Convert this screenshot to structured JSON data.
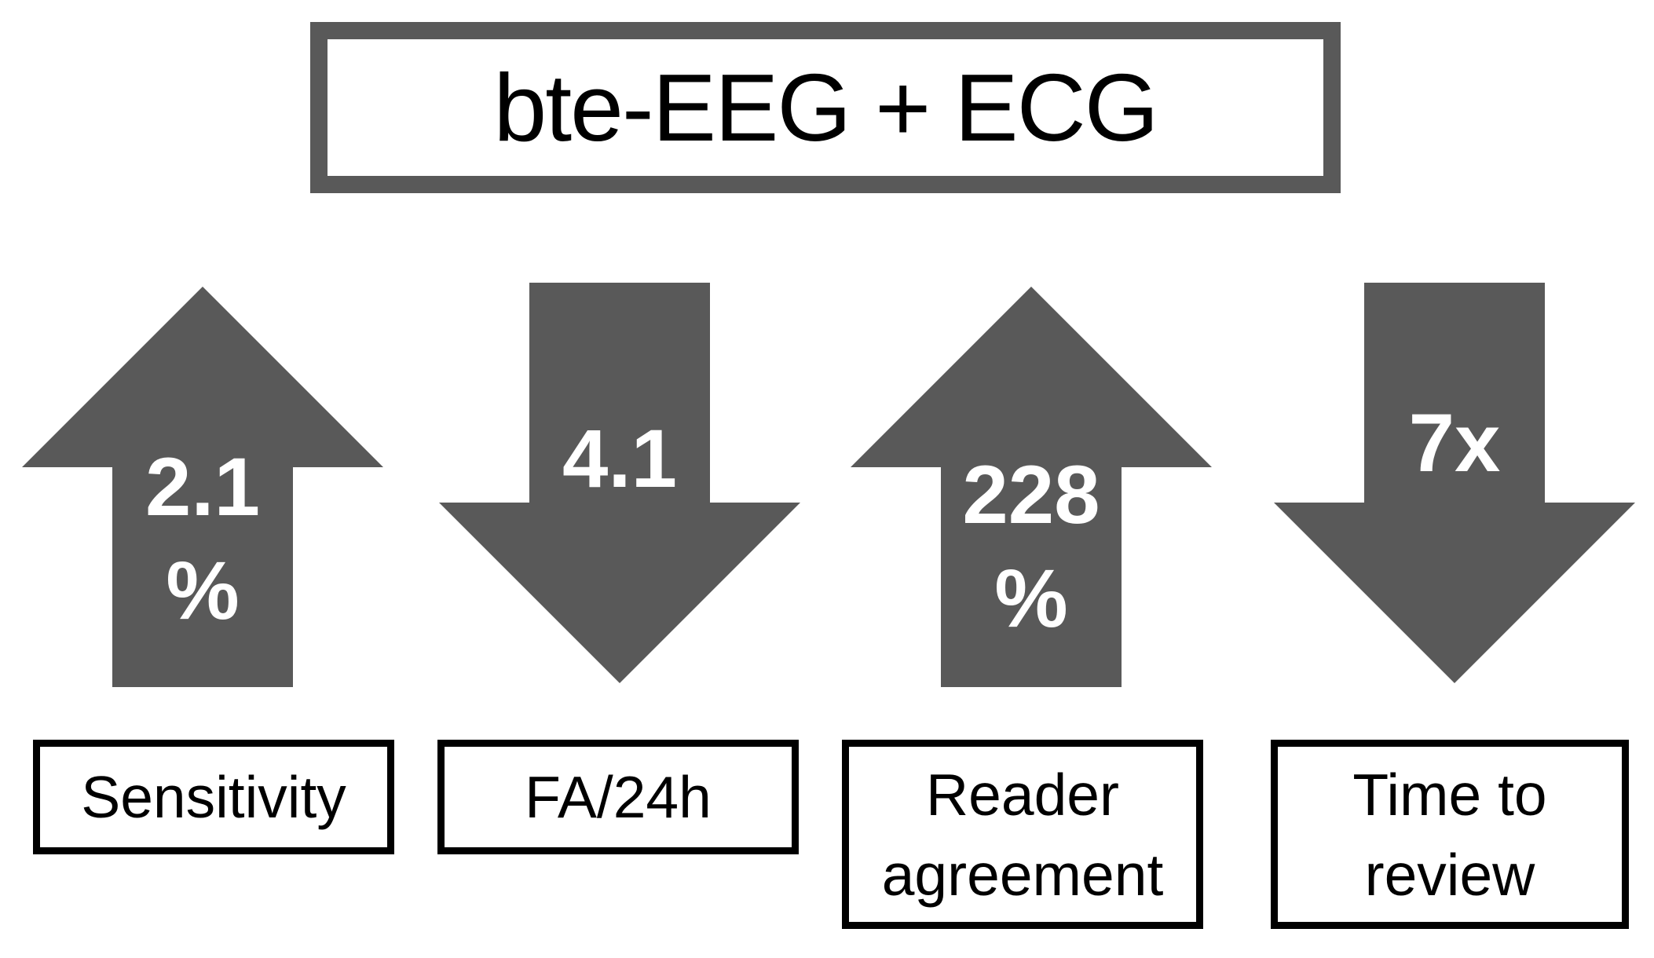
{
  "title": {
    "text": "bte-EEG + ECG"
  },
  "metrics": [
    {
      "id": "sensitivity",
      "direction": "up",
      "value": "2.1 %",
      "value_line1": "2.1",
      "value_line2": "%",
      "label": "Sensitivity",
      "label_line1": "Sensitivity",
      "label_line2": ""
    },
    {
      "id": "fa-per-24h",
      "direction": "down",
      "value": "4.1",
      "value_line1": "4.1",
      "value_line2": "",
      "label": "FA/24h",
      "label_line1": "FA/24h",
      "label_line2": ""
    },
    {
      "id": "reader-agreement",
      "direction": "up",
      "value": "228 %",
      "value_line1": "228",
      "value_line2": "%",
      "label": "Reader agreement",
      "label_line1": "Reader",
      "label_line2": "agreement"
    },
    {
      "id": "time-to-review",
      "direction": "down",
      "value": "7x",
      "value_line1": "7x",
      "value_line2": "",
      "label": "Time to review",
      "label_line1": "Time to",
      "label_line2": "review"
    }
  ],
  "colors": {
    "arrow": "#595959",
    "title_border": "#595959",
    "value_text": "#ffffff",
    "label_border": "#000000",
    "label_text": "#000000",
    "background": "#ffffff"
  }
}
